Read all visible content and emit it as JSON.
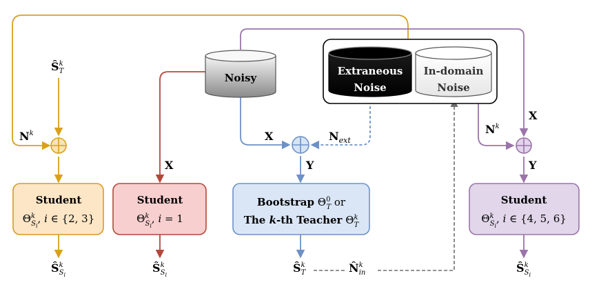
{
  "cylinders": {
    "noisy": "Noisy",
    "extraneous": [
      "Extraneous",
      "Noise"
    ],
    "indomain": [
      "In-domain",
      "Noise"
    ]
  },
  "boxes": {
    "student1": {
      "title": "Student",
      "formula": "ΘkSi, i ∈ {2, 3}",
      "color": "#fde6c6",
      "border": "#d99a1f"
    },
    "student2": {
      "title": "Student",
      "formula": "ΘkSi, i = 1",
      "color": "#f7cfcf",
      "border": "#b5473a"
    },
    "teacher": {
      "line1": "Bootstrap Θ0T or",
      "line2": "The k-th Teacher ΘkT",
      "color": "#dae6f6",
      "border": "#6d91c7"
    },
    "student3": {
      "title": "Student",
      "formula": "ΘkSi, i ∈ {4, 5, 6}",
      "color": "#e1d6ea",
      "border": "#9b74aa"
    }
  },
  "labels": {
    "s_hat_t_top": "ŜkT",
    "n_k_left": "Nk",
    "n_k_right": "Nk",
    "x_red": "X",
    "x_blue": "X",
    "y_blue": "Y",
    "n_ext": "Next",
    "x_purple": "X",
    "y_purple": "Y",
    "out_s1": "ŜkSi",
    "out_s2": "ŜkSi",
    "out_t": "ŜkT",
    "n_in": "N̂kin",
    "out_s3": "ŜkSi"
  },
  "colors": {
    "orange": "#d9a01c",
    "red": "#b5473a",
    "blue": "#6d91c7",
    "purple": "#9b74aa",
    "gray": "#6e6e6e"
  }
}
